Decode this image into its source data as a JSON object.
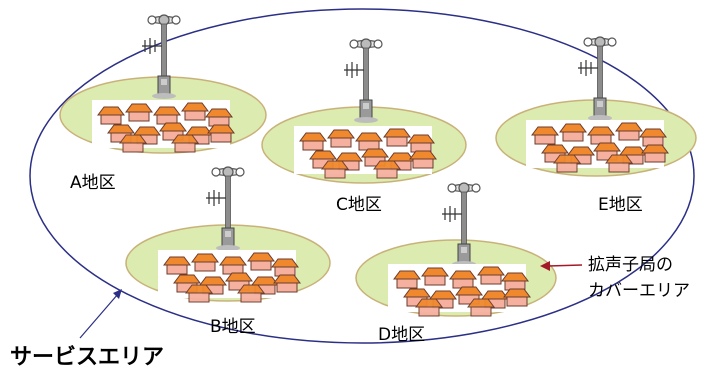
{
  "diagram": {
    "service_area_label": "サービスエリア",
    "coverage_label_line1": "拡声子局の",
    "coverage_label_line2": "カバーエリア",
    "districts": [
      {
        "id": "a",
        "label": "A地区"
      },
      {
        "id": "b",
        "label": "B地区"
      },
      {
        "id": "c",
        "label": "C地区"
      },
      {
        "id": "d",
        "label": "D地区"
      },
      {
        "id": "e",
        "label": "E地区"
      }
    ]
  },
  "colors": {
    "service_area_outline": "#2b2f86",
    "coverage_fill": "#dcebb0",
    "coverage_outline": "#c9b27a",
    "arrow_red": "#a3192a",
    "arrow_blue": "#2b2f86",
    "roof": "#f0882e",
    "wall": "#f6b0a0",
    "pole": "#8c8c8c",
    "text": "#000000"
  }
}
